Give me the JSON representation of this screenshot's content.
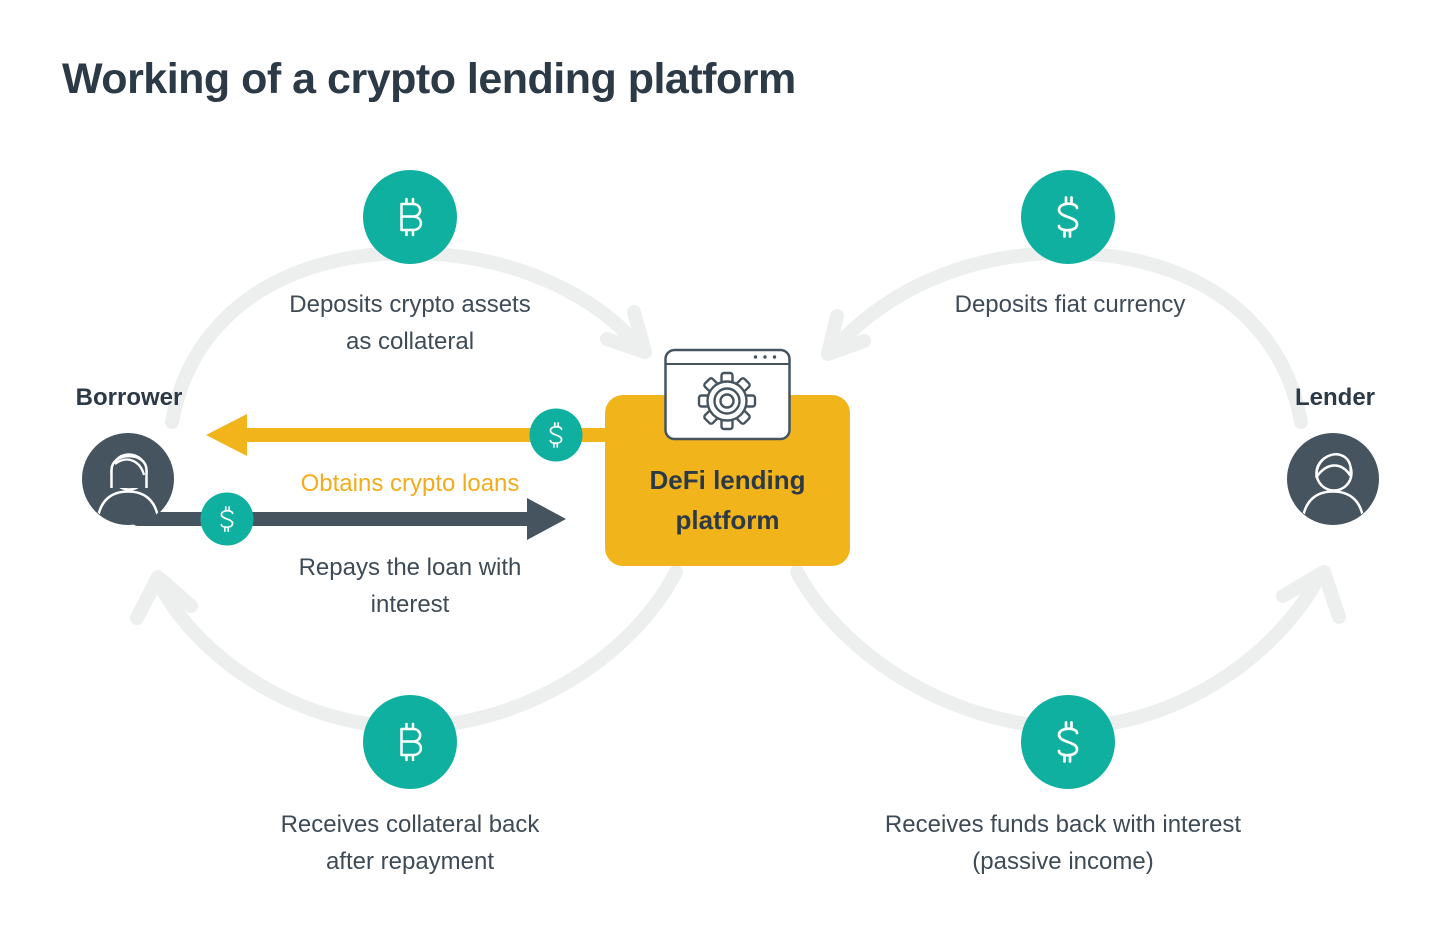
{
  "title": "Working of a crypto lending platform",
  "colors": {
    "teal": "#10B0A1",
    "yellow": "#F2B41B",
    "yellow_text": "#F2AC1B",
    "slate": "#46545F",
    "navy_text": "#2C3946",
    "body_text": "#3E4B57",
    "arc_gray": "#EDEFEF"
  },
  "actors": {
    "borrower": "Borrower",
    "lender": "Lender"
  },
  "platform": {
    "line1": "DeFi lending",
    "line2": "platform"
  },
  "flows": {
    "deposit_crypto": {
      "line1": "Deposits crypto assets",
      "line2": "as collateral"
    },
    "deposit_fiat": {
      "line1": "Deposits fiat currency"
    },
    "obtain_loans": {
      "line1": "Obtains crypto loans"
    },
    "repay_loan": {
      "line1": "Repays the loan with",
      "line2": "interest"
    },
    "receive_collateral": {
      "line1": "Receives collateral back",
      "line2": "after repayment"
    },
    "receive_funds": {
      "line1": "Receives funds back with interest",
      "line2": "(passive income)"
    }
  },
  "icons": {
    "bitcoin": "bitcoin-coin",
    "dollar": "dollar-coin",
    "gear": "settings-gear",
    "browser": "app-window",
    "borrower": "person-avatar-female",
    "lender": "person-avatar-male"
  }
}
